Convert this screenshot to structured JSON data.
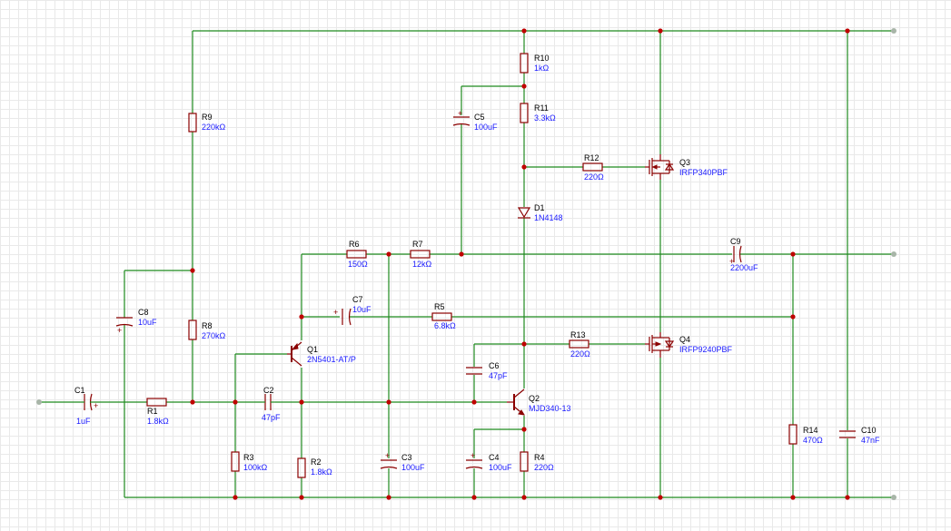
{
  "components": {
    "C1": {
      "ref": "C1",
      "value": "1uF"
    },
    "C2": {
      "ref": "C2",
      "value": "47pF"
    },
    "C3": {
      "ref": "C3",
      "value": "100uF"
    },
    "C4": {
      "ref": "C4",
      "value": "100uF"
    },
    "C5": {
      "ref": "C5",
      "value": "100uF"
    },
    "C6": {
      "ref": "C6",
      "value": "47pF"
    },
    "C7": {
      "ref": "C7",
      "value": "10uF"
    },
    "C8": {
      "ref": "C8",
      "value": "10uF"
    },
    "C9": {
      "ref": "C9",
      "value": "2200uF"
    },
    "C10": {
      "ref": "C10",
      "value": "47nF"
    },
    "R1": {
      "ref": "R1",
      "value": "1.8kΩ"
    },
    "R2": {
      "ref": "R2",
      "value": "1.8kΩ"
    },
    "R3": {
      "ref": "R3",
      "value": "100kΩ"
    },
    "R4": {
      "ref": "R4",
      "value": "220Ω"
    },
    "R5": {
      "ref": "R5",
      "value": "6.8kΩ"
    },
    "R6": {
      "ref": "R6",
      "value": "150Ω"
    },
    "R7": {
      "ref": "R7",
      "value": "12kΩ"
    },
    "R8": {
      "ref": "R8",
      "value": "270kΩ"
    },
    "R9": {
      "ref": "R9",
      "value": "220kΩ"
    },
    "R10": {
      "ref": "R10",
      "value": "1kΩ"
    },
    "R11": {
      "ref": "R11",
      "value": "3.3kΩ"
    },
    "R12": {
      "ref": "R12",
      "value": "220Ω"
    },
    "R13": {
      "ref": "R13",
      "value": "220Ω"
    },
    "R14": {
      "ref": "R14",
      "value": "470Ω"
    },
    "D1": {
      "ref": "D1",
      "value": "1N4148"
    },
    "Q1": {
      "ref": "Q1",
      "value": "2N5401-AT/P"
    },
    "Q2": {
      "ref": "Q2",
      "value": "MJD340-13"
    },
    "Q3": {
      "ref": "Q3",
      "value": "IRFP340PBF"
    },
    "Q4": {
      "ref": "Q4",
      "value": "IRFP9240PBF"
    }
  },
  "colors": {
    "wire": "#1f8a1f",
    "component": "#8b0000",
    "junction": "#c00000",
    "designator_text": "#000000",
    "value_text": "#1a1aff",
    "terminal": "#a8b5a8",
    "grid": "#e9e9e9"
  }
}
